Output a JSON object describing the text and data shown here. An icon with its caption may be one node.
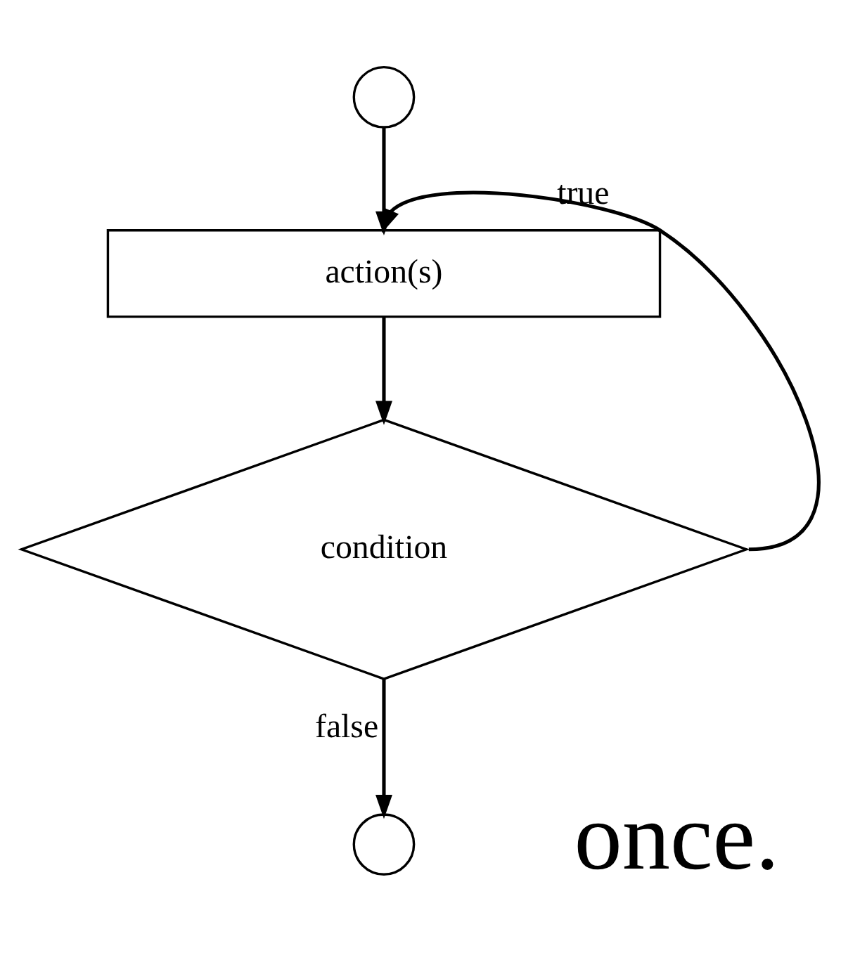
{
  "diagram": {
    "nodes": [
      {
        "text": [],
        "shape": "circle"
      },
      {
        "text": [
          "action(s)"
        ]
      },
      {
        "text": [
          "condition"
        ]
      },
      {
        "text": [],
        "shape": "circle"
      }
    ],
    "edges": [
      {
        "from": 0,
        "to": 1,
        "arrow": "to"
      },
      {
        "from": 1,
        "to": 2,
        "arrow": "to"
      },
      {
        "from": 2,
        "to": 1,
        "arrow": "to",
        "label": "true"
      },
      {
        "from": 2,
        "to": 3,
        "arrow": "to",
        "label": "false"
      }
    ],
    "labels": [
      "once."
    ]
  }
}
